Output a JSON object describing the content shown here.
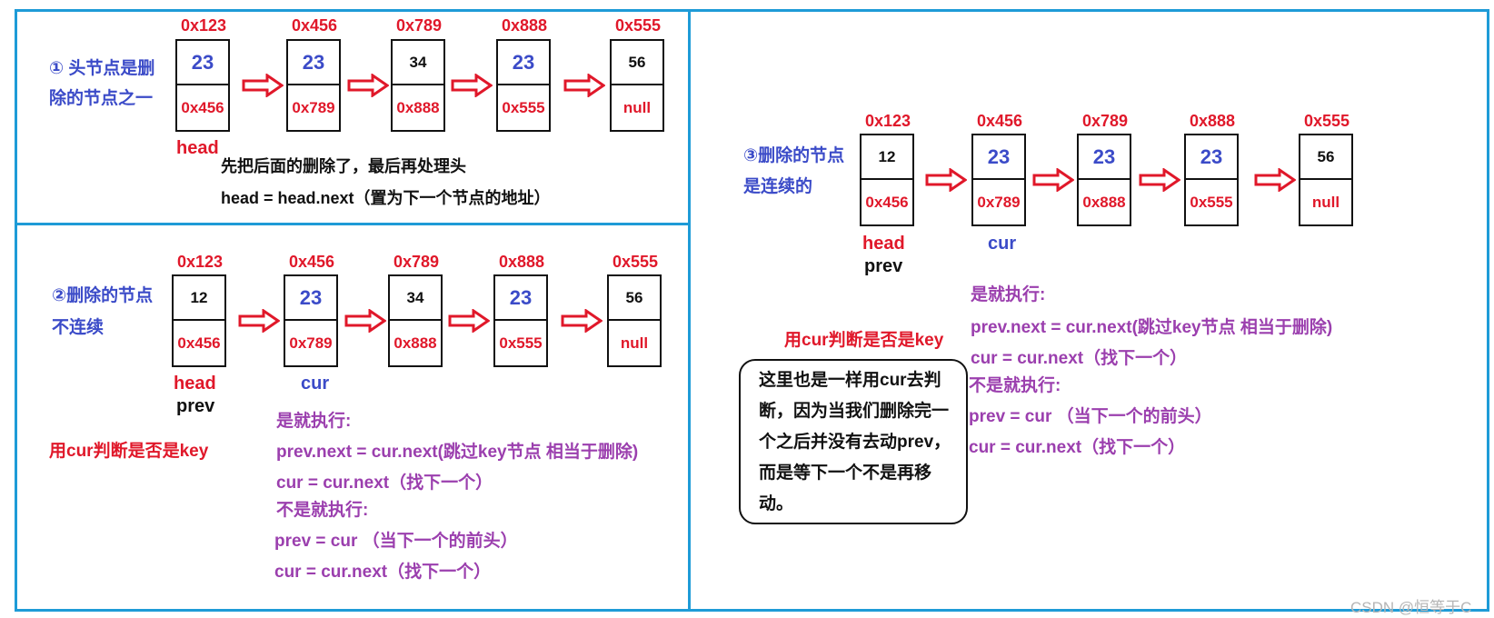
{
  "panel1": {
    "title": [
      "① 头节点是删",
      "除的节点之一"
    ],
    "nodes": [
      {
        "addr": "0x123",
        "val": "23",
        "next": "0x456"
      },
      {
        "addr": "0x456",
        "val": "23",
        "next": "0x789"
      },
      {
        "addr": "0x789",
        "val": "34",
        "next": "0x888"
      },
      {
        "addr": "0x888",
        "val": "23",
        "next": "0x555"
      },
      {
        "addr": "0x555",
        "val": "56",
        "next": "null"
      }
    ],
    "head_label": "head",
    "note1": "先把后面的删除了，最后再处理头",
    "note2": "head = head.next（置为下一个节点的地址）"
  },
  "panel2": {
    "title": [
      "②删除的节点",
      "不连续"
    ],
    "nodes": [
      {
        "addr": "0x123",
        "val": "12",
        "next": "0x456"
      },
      {
        "addr": "0x456",
        "val": "23",
        "next": "0x789"
      },
      {
        "addr": "0x789",
        "val": "34",
        "next": "0x888"
      },
      {
        "addr": "0x888",
        "val": "23",
        "next": "0x555"
      },
      {
        "addr": "0x555",
        "val": "56",
        "next": "null"
      }
    ],
    "head_label": "head",
    "prev_label": "prev",
    "cur_label": "cur",
    "judge": "用cur判断是否是key",
    "lines": [
      "是就执行:",
      "prev.next = cur.next(跳过key节点 相当于删除)",
      "cur = cur.next（找下一个）",
      "不是就执行:",
      "prev = cur （当下一个的前头）",
      "cur = cur.next（找下一个）"
    ]
  },
  "panel3": {
    "title": [
      "③删除的节点",
      "是连续的"
    ],
    "nodes": [
      {
        "addr": "0x123",
        "val": "12",
        "next": "0x456"
      },
      {
        "addr": "0x456",
        "val": "23",
        "next": "0x789"
      },
      {
        "addr": "0x789",
        "val": "23",
        "next": "0x888"
      },
      {
        "addr": "0x888",
        "val": "23",
        "next": "0x555"
      },
      {
        "addr": "0x555",
        "val": "56",
        "next": "null"
      }
    ],
    "head_label": "head",
    "prev_label": "prev",
    "cur_label": "cur",
    "judge": "用cur判断是否是key",
    "lines": [
      "是就执行:",
      "prev.next = cur.next(跳过key节点 相当于删除)",
      "cur = cur.next（找下一个）",
      "不是就执行:",
      "prev = cur （当下一个的前头）",
      "cur = cur.next（找下一个）"
    ],
    "note": [
      "这里也是一样用cur去判",
      "断，因为当我们删除完一",
      "个之后并没有去动prev，",
      "而是等下一个不是再移",
      "动。"
    ]
  },
  "watermark": "CSDN @恒等于C",
  "colors": {
    "border": "#1e9bd7",
    "red": "#e0182a",
    "blue": "#3b4bc8",
    "purple": "#9b3fae"
  }
}
